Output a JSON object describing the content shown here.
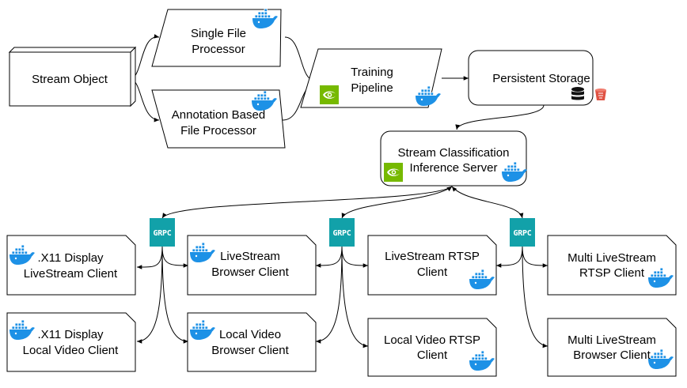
{
  "nodes": {
    "stream_object": {
      "label": "Stream Object"
    },
    "single_file_processor": {
      "line1": "Single File",
      "line2": "Processor"
    },
    "annotation_processor": {
      "line1": "Annotation Based",
      "line2": "File Processor"
    },
    "training_pipeline": {
      "line1": "Training",
      "line2": "Pipeline"
    },
    "persistent_storage": {
      "label": "Persistent Storage"
    },
    "inference_server": {
      "line1": "Stream Classification",
      "line2": "Inference Server"
    },
    "x11_livestream_client": {
      "line1": ".X11 Display",
      "line2": "LiveStream Client"
    },
    "x11_local_video_client": {
      "line1": ".X11 Display",
      "line2": "Local Video Client"
    },
    "livestream_browser_client": {
      "line1": "LiveStream",
      "line2": "Browser Client"
    },
    "local_video_browser_client": {
      "line1": "Local Video",
      "line2": "Browser Client"
    },
    "livestream_rtsp_client": {
      "line1": "LiveStream RTSP",
      "line2": "Client"
    },
    "local_video_rtsp_client": {
      "line1": "Local Video RTSP",
      "line2": "Client"
    },
    "multi_livestream_rtsp_client": {
      "line1": "Multi LiveStream",
      "line2": "RTSP Client"
    },
    "multi_livestream_browser_client": {
      "line1": "Multi LiveStream",
      "line2": "Browser Client"
    }
  },
  "grpc": {
    "label": "GRPC"
  },
  "icons": {
    "docker": "docker-whale-icon",
    "nvidia": "nvidia-logo-icon",
    "database": "database-icon",
    "bucket": "storage-bucket-icon",
    "grpc": "grpc-logo-icon"
  },
  "colors": {
    "docker_blue": "#1D91E6",
    "nvidia_green": "#76B900",
    "grpc_teal": "#12A1A9",
    "bucket_red": "#E05243",
    "stroke": "#000000",
    "background": "#FFFFFF"
  }
}
